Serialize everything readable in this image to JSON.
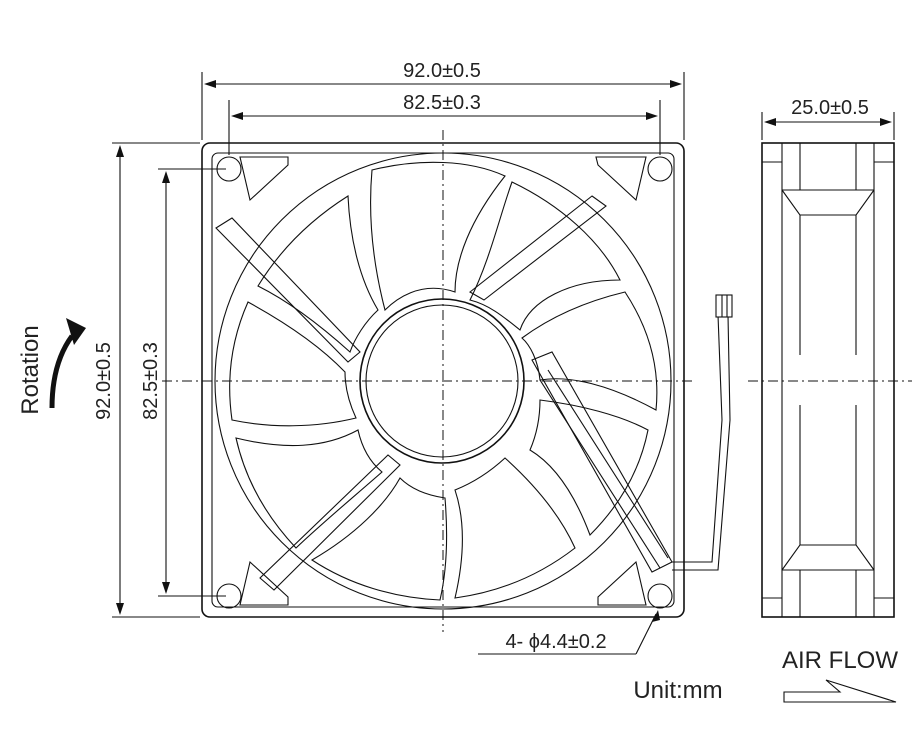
{
  "dimensions": {
    "overall_width": "92.0±0.5",
    "hole_spacing_width": "82.5±0.3",
    "overall_height": "92.0±0.5",
    "hole_spacing_height": "82.5±0.3",
    "depth": "25.0±0.5",
    "mount_holes": "4- ϕ4.4±0.2"
  },
  "labels": {
    "rotation": "Rotation",
    "air_flow": "AIR FLOW",
    "unit": "Unit:mm"
  },
  "icons": [
    "rotation-arrow-icon",
    "airflow-arrow-icon",
    "wire-icon"
  ],
  "colors": {
    "line": "#111111",
    "background": "#ffffff"
  }
}
